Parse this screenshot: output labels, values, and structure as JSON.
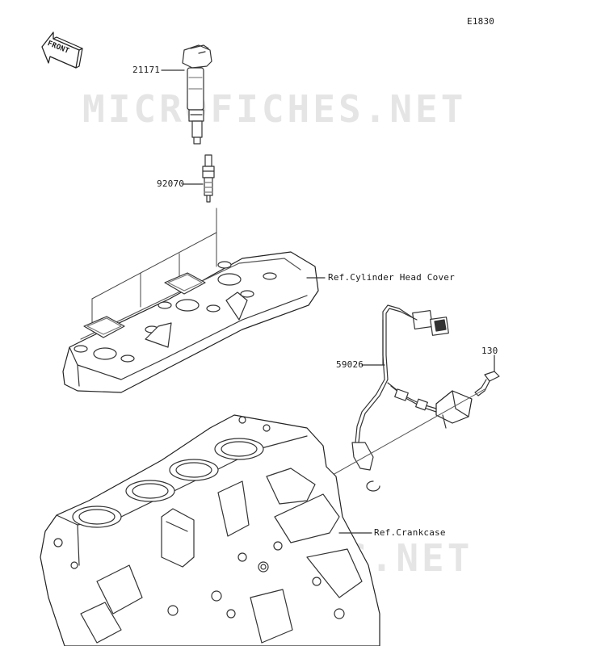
{
  "diagram": {
    "code": "E1830",
    "front_label": "FRONT",
    "watermark": "MICROFICHES.NET",
    "parts": [
      {
        "id": "coil",
        "number": "21171"
      },
      {
        "id": "spark-plug",
        "number": "92070"
      },
      {
        "id": "sensor",
        "number": "59026"
      },
      {
        "id": "bolt",
        "number": "130"
      }
    ],
    "refs": {
      "head_cover": "Ref.Cylinder Head Cover",
      "crankcase": "Ref.Crankcase"
    }
  }
}
